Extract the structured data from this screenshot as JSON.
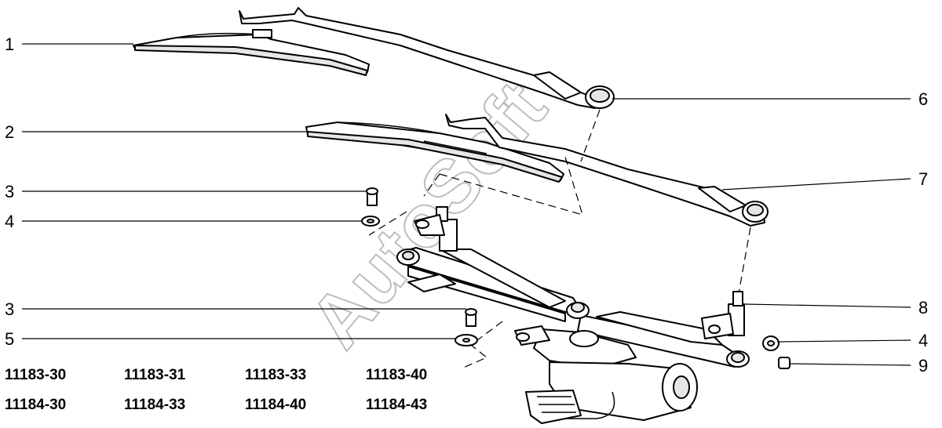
{
  "callouts": {
    "left": [
      "1",
      "2",
      "3",
      "4",
      "3",
      "5"
    ],
    "right": [
      "6",
      "7",
      "8",
      "4",
      "9"
    ]
  },
  "models": {
    "row1": [
      "11183-30",
      "11183-31",
      "11183-33",
      "11183-40"
    ],
    "row2": [
      "11184-30",
      "11184-33",
      "11184-40",
      "11184-43"
    ]
  },
  "watermark": "AutoSoft"
}
